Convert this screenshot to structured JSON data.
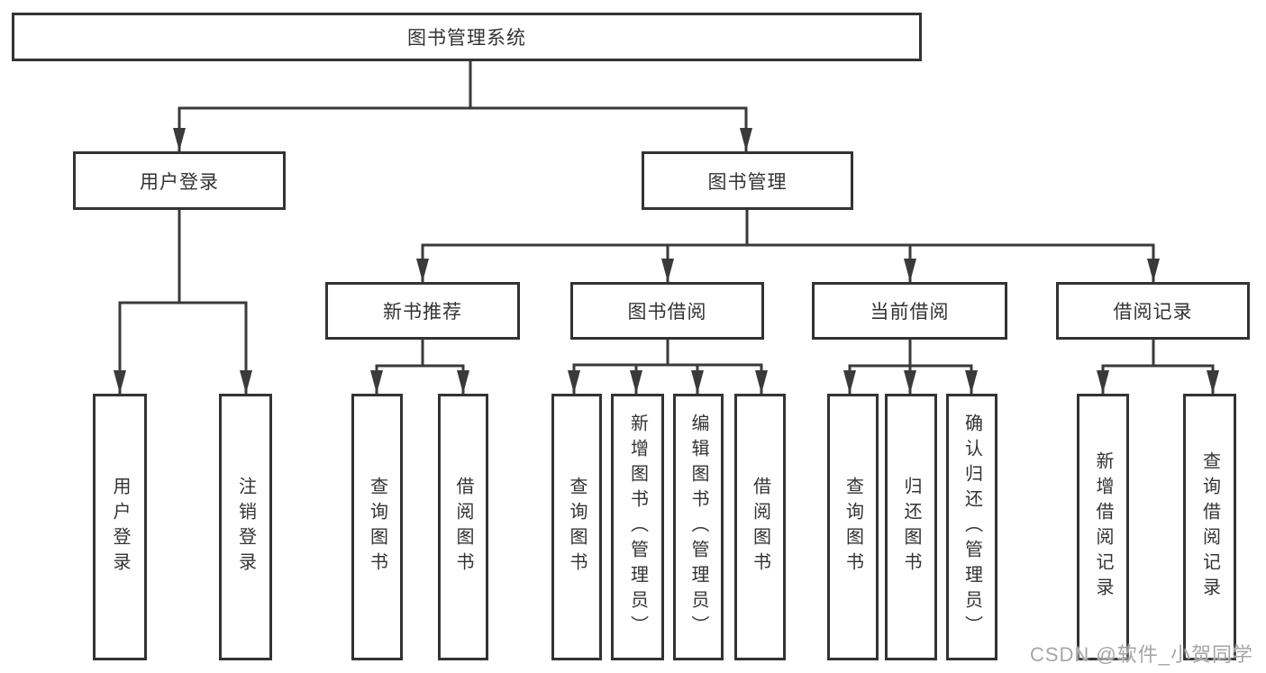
{
  "diagram": {
    "tree": {
      "label": "图书管理系统",
      "children": [
        {
          "label": "用户登录",
          "children": [
            {
              "label": "用户登录"
            },
            {
              "label": "注销登录"
            }
          ]
        },
        {
          "label": "图书管理",
          "children": [
            {
              "label": "新书推荐",
              "children": [
                {
                  "label": "查询图书"
                },
                {
                  "label": "借阅图书"
                }
              ]
            },
            {
              "label": "图书借阅",
              "children": [
                {
                  "label": "查询图书"
                },
                {
                  "label": "新增图书（管理员）"
                },
                {
                  "label": "编辑图书（管理员）"
                },
                {
                  "label": "借阅图书"
                }
              ]
            },
            {
              "label": "当前借阅",
              "children": [
                {
                  "label": "查询图书"
                },
                {
                  "label": "归还图书"
                },
                {
                  "label": "确认归还（管理员）"
                }
              ]
            },
            {
              "label": "借阅记录",
              "children": [
                {
                  "label": "新增借阅记录"
                },
                {
                  "label": "查询借阅记录"
                }
              ]
            }
          ]
        }
      ]
    },
    "line_color": "#3a3a3a",
    "border_color": "#333333",
    "text_color": "#333333"
  },
  "watermark": {
    "text": "CSDN @软件_小贺同学"
  }
}
